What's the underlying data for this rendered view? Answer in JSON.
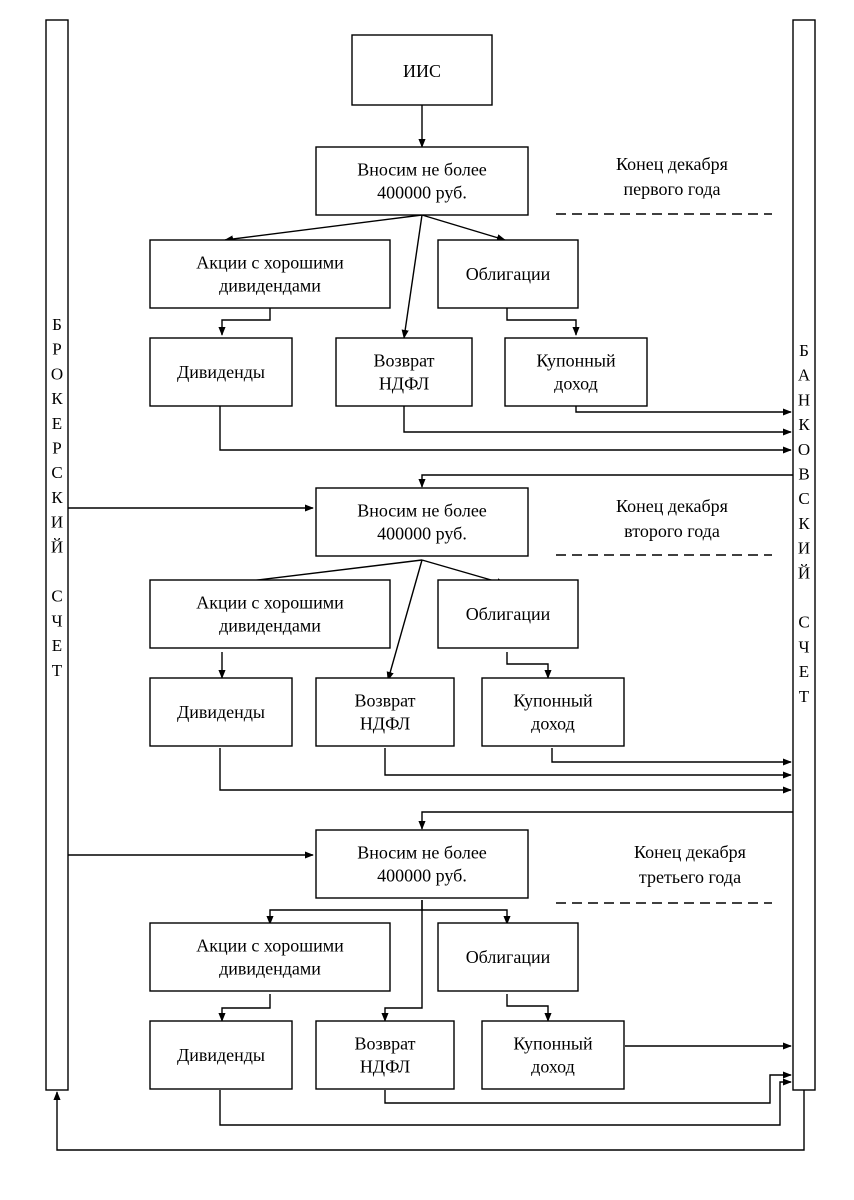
{
  "colors": {
    "stroke": "#000000",
    "background": "#ffffff"
  },
  "start": {
    "label": "ИИС"
  },
  "broker_account": {
    "letters": [
      "Б",
      "Р",
      "О",
      "К",
      "Е",
      "Р",
      "С",
      "К",
      "И",
      "Й",
      "",
      "С",
      "Ч",
      "Е",
      "Т"
    ]
  },
  "bank_account": {
    "letters": [
      "Б",
      "А",
      "Н",
      "К",
      "О",
      "В",
      "С",
      "К",
      "И",
      "Й",
      "",
      "С",
      "Ч",
      "Е",
      "Т"
    ]
  },
  "years": [
    {
      "deposit": [
        "Вносим не более",
        "400000 руб."
      ],
      "period": [
        "Конец декабря",
        "первого года"
      ],
      "stocks": [
        "Акции с хорошими",
        "дивидендами"
      ],
      "bonds": [
        "Облигации"
      ],
      "dividends": [
        "Дивиденды"
      ],
      "refund": [
        "Возврат",
        "НДФЛ"
      ],
      "coupon": [
        "Купонный",
        "доход"
      ]
    },
    {
      "deposit": [
        "Вносим не более",
        "400000 руб."
      ],
      "period": [
        "Конец декабря",
        "второго года"
      ],
      "stocks": [
        "Акции с хорошими",
        "дивидендами"
      ],
      "bonds": [
        "Облигации"
      ],
      "dividends": [
        "Дивиденды"
      ],
      "refund": [
        "Возврат",
        "НДФЛ"
      ],
      "coupon": [
        "Купонный",
        "доход"
      ]
    },
    {
      "deposit": [
        "Вносим не более",
        "400000 руб."
      ],
      "period": [
        "Конец декабря",
        "третьего года"
      ],
      "stocks": [
        "Акции с хорошими",
        "дивидендами"
      ],
      "bonds": [
        "Облигации"
      ],
      "dividends": [
        "Дивиденды"
      ],
      "refund": [
        "Возврат",
        "НДФЛ"
      ],
      "coupon": [
        "Купонный",
        "доход"
      ]
    }
  ]
}
